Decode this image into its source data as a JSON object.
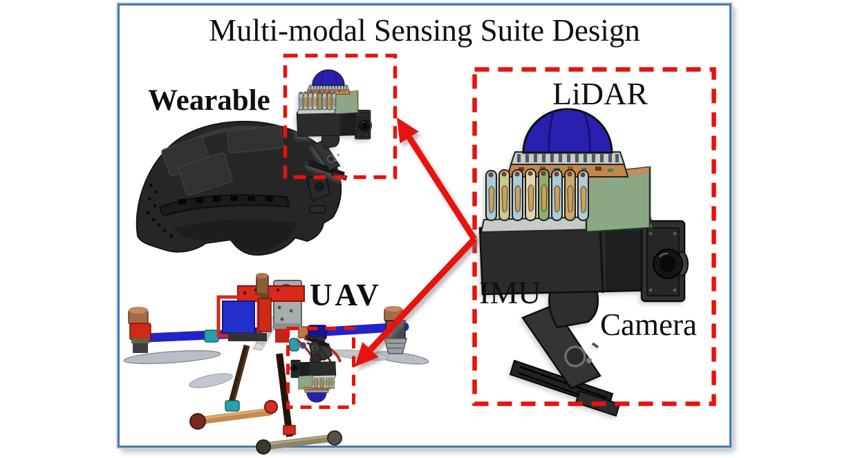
{
  "figure": {
    "title": "Multi-modal Sensing Suite Design",
    "labels": {
      "wearable": "Wearable",
      "uav": "UAV",
      "lidar": "LiDAR",
      "imu": "IMU",
      "camera": "Camera"
    },
    "colors": {
      "frame_border_blue": "#4a79a8",
      "callout_red": "#e8120e",
      "lidar_dome_blue": "#2a20b0",
      "background": "#ffffff"
    },
    "illustrations": [
      {
        "name": "helmet",
        "caption_ref": "wearable"
      },
      {
        "name": "quadcopter",
        "caption_ref": "uav"
      },
      {
        "name": "sensing-suite",
        "caption_refs": [
          "lidar",
          "imu",
          "camera"
        ]
      }
    ]
  }
}
